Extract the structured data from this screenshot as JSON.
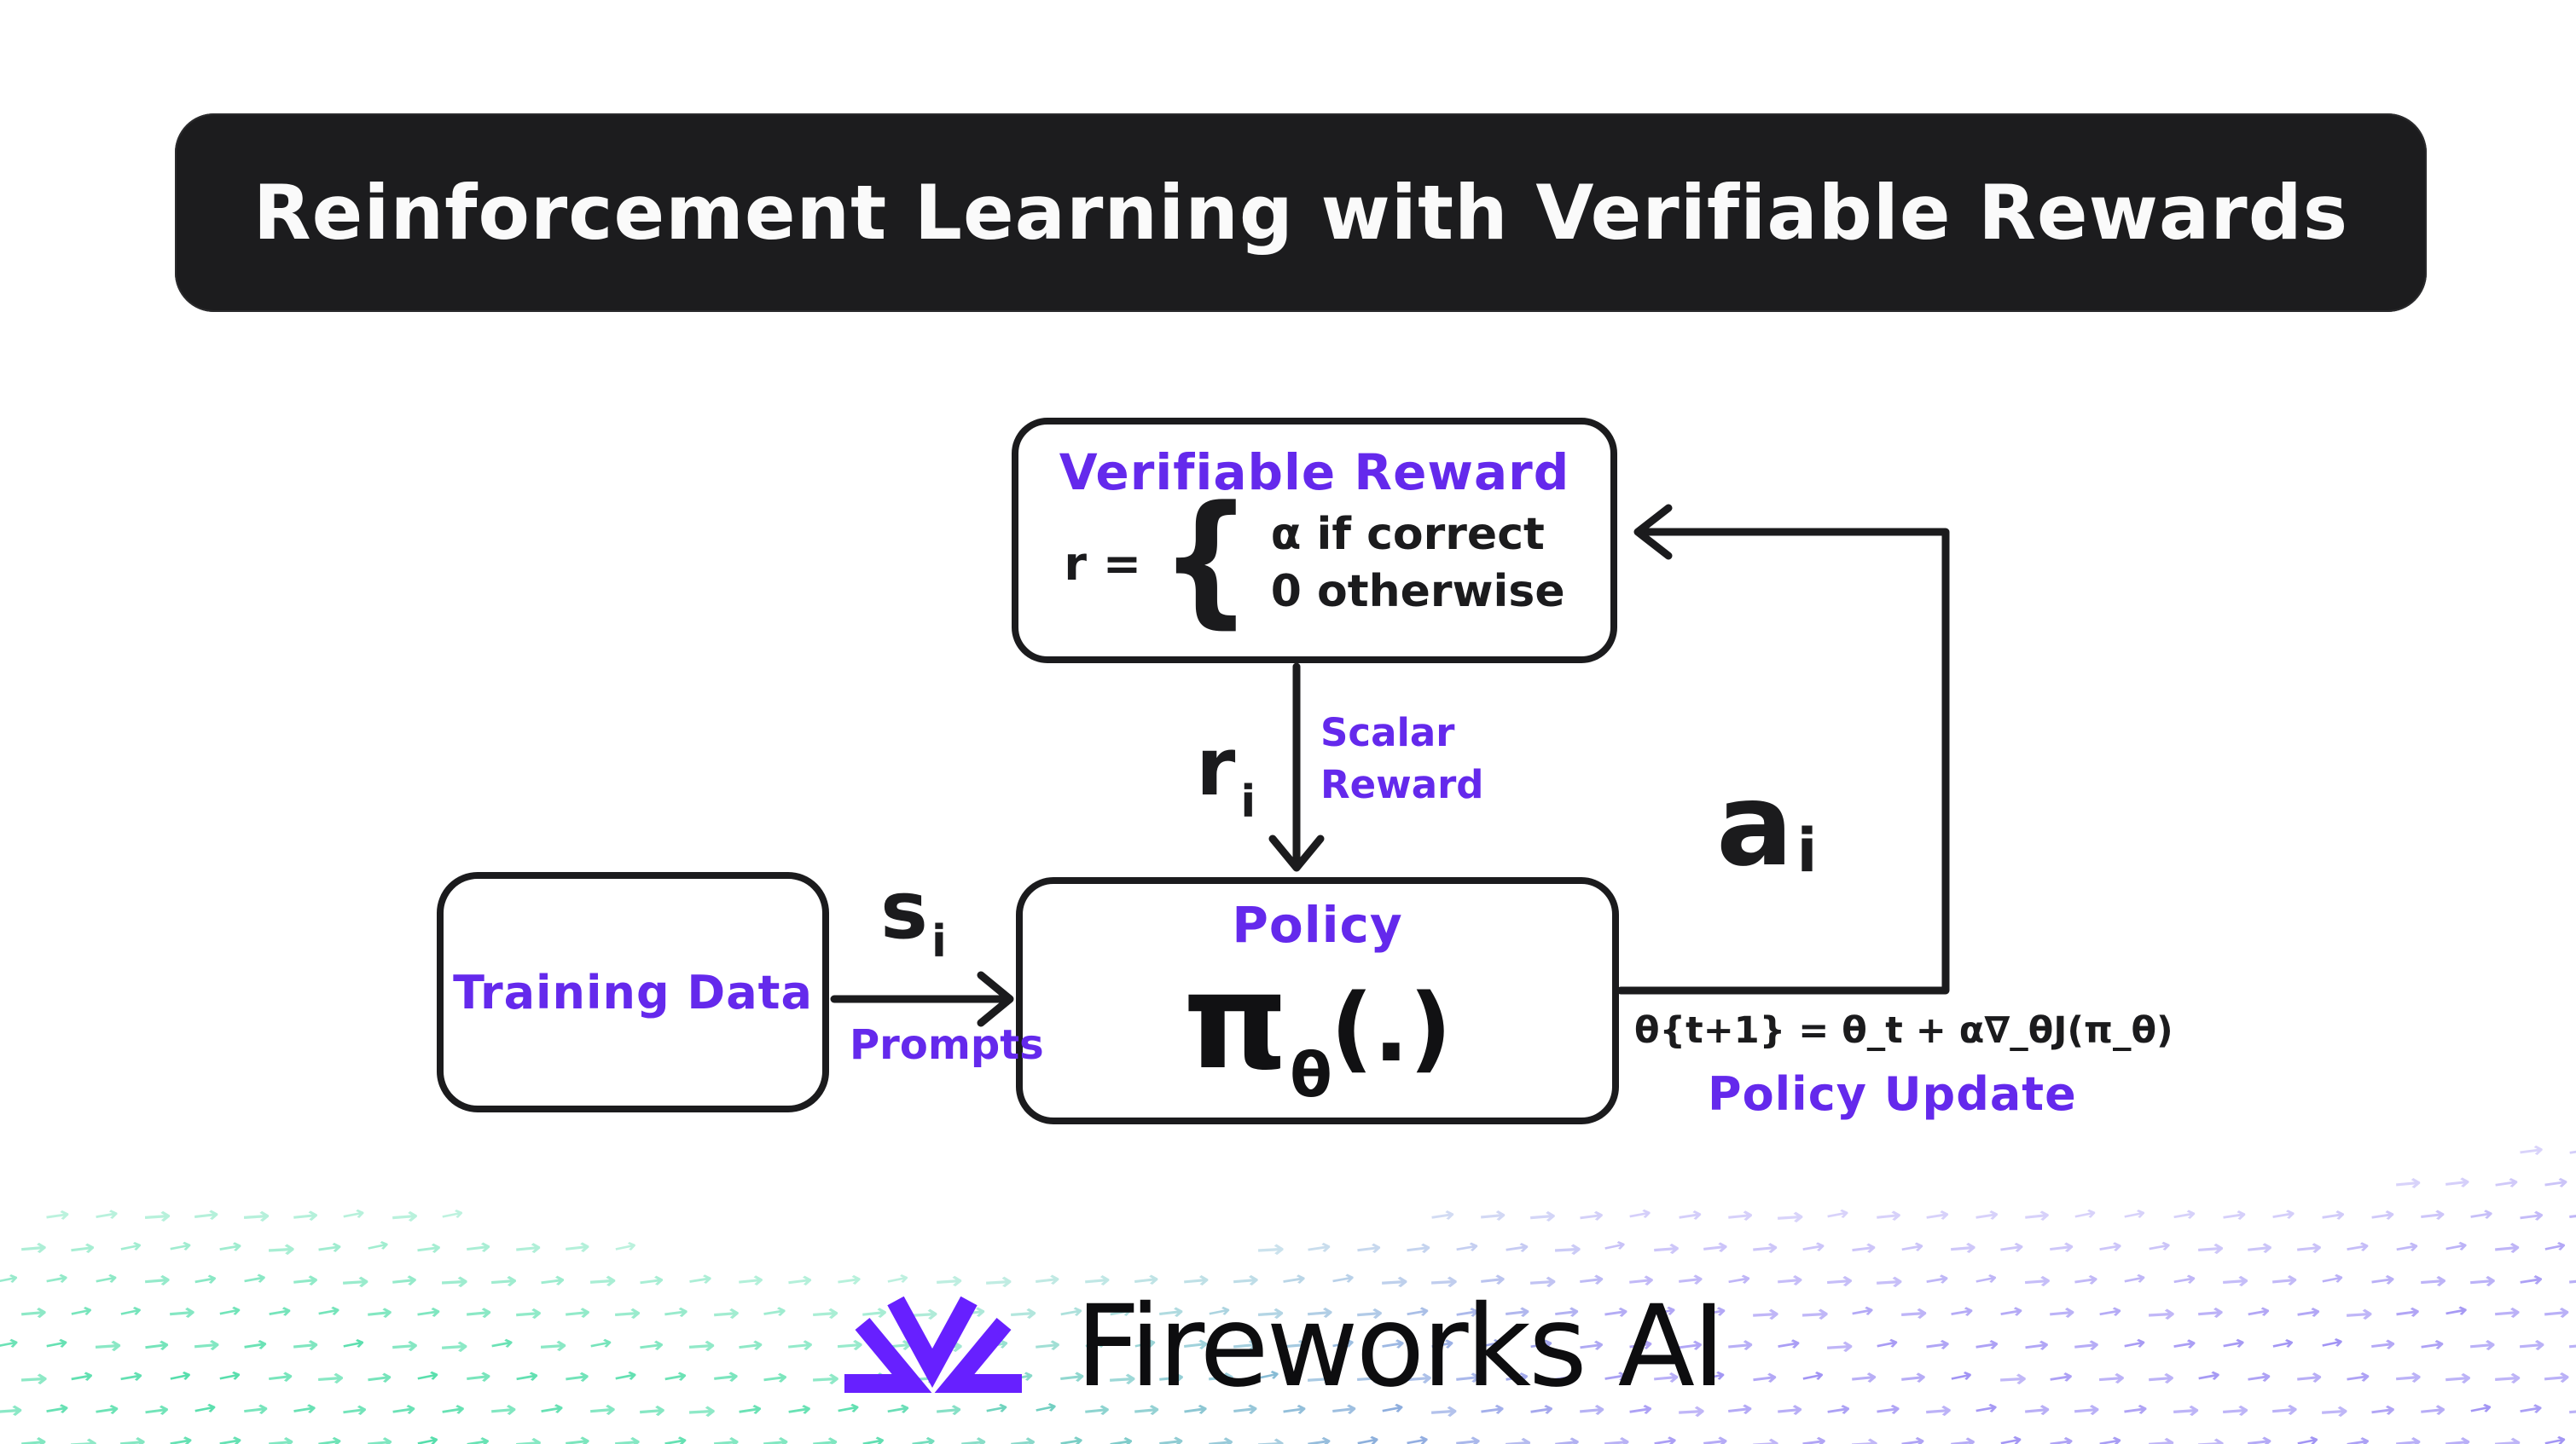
{
  "colors": {
    "purple": "#6429ec",
    "ink": "#1b1b1d",
    "banner_bg": "#1c1c1e",
    "logo_purple": "#6720ff",
    "pattern_green": "#35d89b",
    "pattern_purple": "#8f7ff2",
    "white": "#ffffff"
  },
  "banner": {
    "title": "Reinforcement Learning with Verifiable Rewards"
  },
  "diagram": {
    "verifiable_reward_box": {
      "title": "Verifiable Reward",
      "lhs": "r =",
      "brace": "{",
      "cases": [
        "α if correct",
        "0 otherwise"
      ]
    },
    "policy_box": {
      "title": "Policy",
      "pi": "π",
      "theta": "θ",
      "args": "(.)"
    },
    "training_data_box": {
      "title": "Training Data"
    },
    "labels": {
      "state": {
        "base": "s",
        "sub": "i",
        "caption": "Prompts"
      },
      "reward": {
        "base": "r",
        "sub": "i",
        "caption": [
          "Scalar",
          "Reward"
        ]
      },
      "action": {
        "base": "a",
        "sub": "i"
      },
      "update": {
        "equation": "θ{t+1} = θ_t + α∇_θJ(π_θ)",
        "caption": "Policy Update"
      }
    }
  },
  "footer": {
    "brand": "Fireworks AI"
  },
  "pattern": {
    "glyph": "→"
  }
}
